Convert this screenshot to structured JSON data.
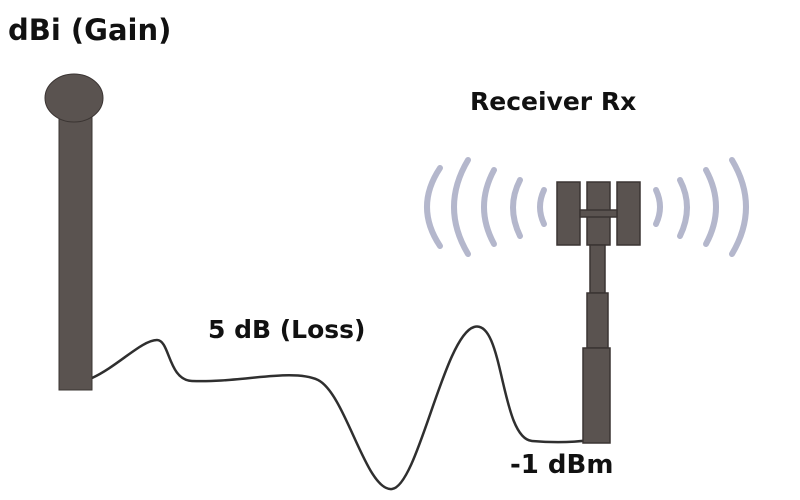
{
  "labels": {
    "transmitter_gain": "dBi (Gain)",
    "receiver": "Receiver Rx",
    "cable_loss": "5 dB (Loss)",
    "received_power": "-1 dBm"
  },
  "colors": {
    "antenna": "#5a5350",
    "antenna_stroke": "#3a3432",
    "signal_waves": "#b4b7cc",
    "cable": "#2f2f2f",
    "text": "#111111"
  },
  "icons": {
    "transmitter": "whip-antenna-icon",
    "receiver": "cell-tower-icon",
    "signal": "signal-waves-icon"
  }
}
